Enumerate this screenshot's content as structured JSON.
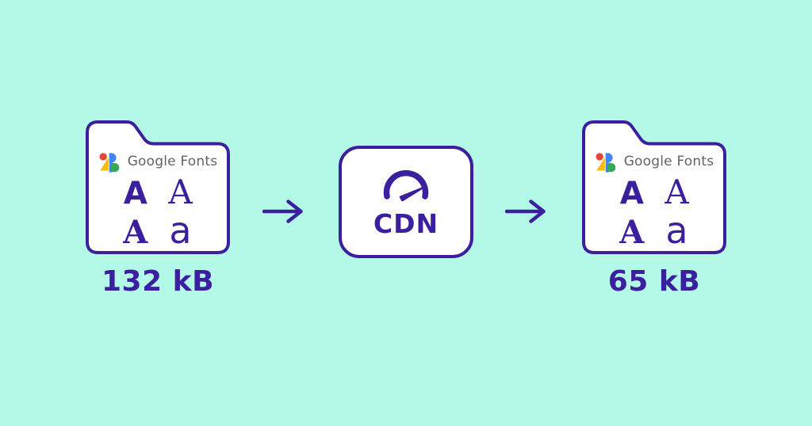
{
  "colors": {
    "background": "#b4f8e7",
    "accent_purple": "#3b1f9e",
    "surface_white": "#ffffff",
    "brand_gray": "#5f6368",
    "logo_red": "#e94335",
    "logo_blue": "#4285f4",
    "logo_green": "#34a853",
    "logo_yellow": "#fbbc04"
  },
  "diagram": {
    "source_folder": {
      "brand": "Google Fonts",
      "letters": [
        "A",
        "A",
        "A",
        "a"
      ],
      "size_label": "132 kB"
    },
    "cdn_node": {
      "label": "CDN",
      "icon": "speedometer-icon"
    },
    "result_folder": {
      "brand": "Google Fonts",
      "letters": [
        "A",
        "A",
        "A",
        "a"
      ],
      "size_label": "65 kB"
    },
    "arrows": [
      "arrow-right-icon",
      "arrow-right-icon"
    ]
  }
}
